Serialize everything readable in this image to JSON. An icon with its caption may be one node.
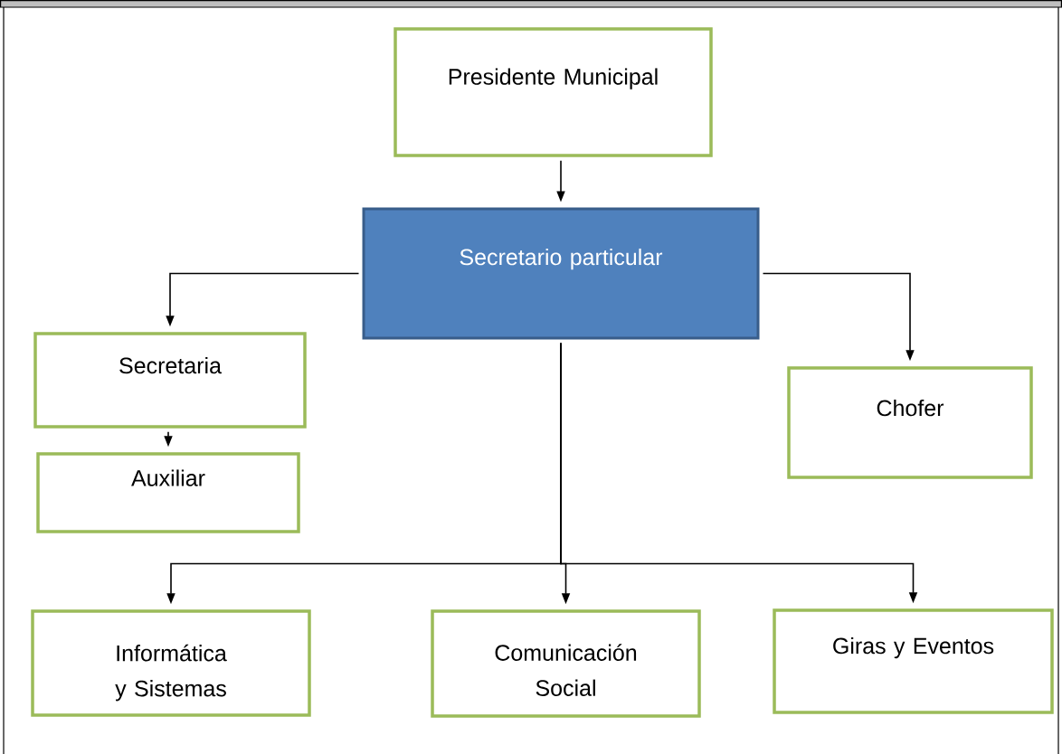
{
  "diagram": {
    "nodes": [
      {
        "text": [
          "Presidente Municipal"
        ]
      },
      {
        "text": [
          "Secretario particular"
        ]
      },
      {
        "text": [
          "Secretaria"
        ]
      },
      {
        "text": [
          "Auxiliar"
        ]
      },
      {
        "text": [
          "Chofer"
        ]
      },
      {
        "text": [
          "Informática y Sistemas"
        ]
      },
      {
        "text": [
          "Comunicación Social"
        ]
      },
      {
        "text": [
          "Giras y Eventos"
        ]
      }
    ],
    "edges": [
      {
        "from": 0,
        "to": 1,
        "arrow": "to"
      },
      {
        "from": 1,
        "to": 2,
        "arrow": "to"
      },
      {
        "from": 1,
        "to": 4,
        "arrow": "to"
      },
      {
        "from": 2,
        "to": 3,
        "arrow": "to"
      },
      {
        "from": 1,
        "to": 5,
        "arrow": "to"
      },
      {
        "from": 1,
        "to": 6,
        "arrow": "to"
      },
      {
        "from": 1,
        "to": 7,
        "arrow": "to"
      }
    ]
  }
}
